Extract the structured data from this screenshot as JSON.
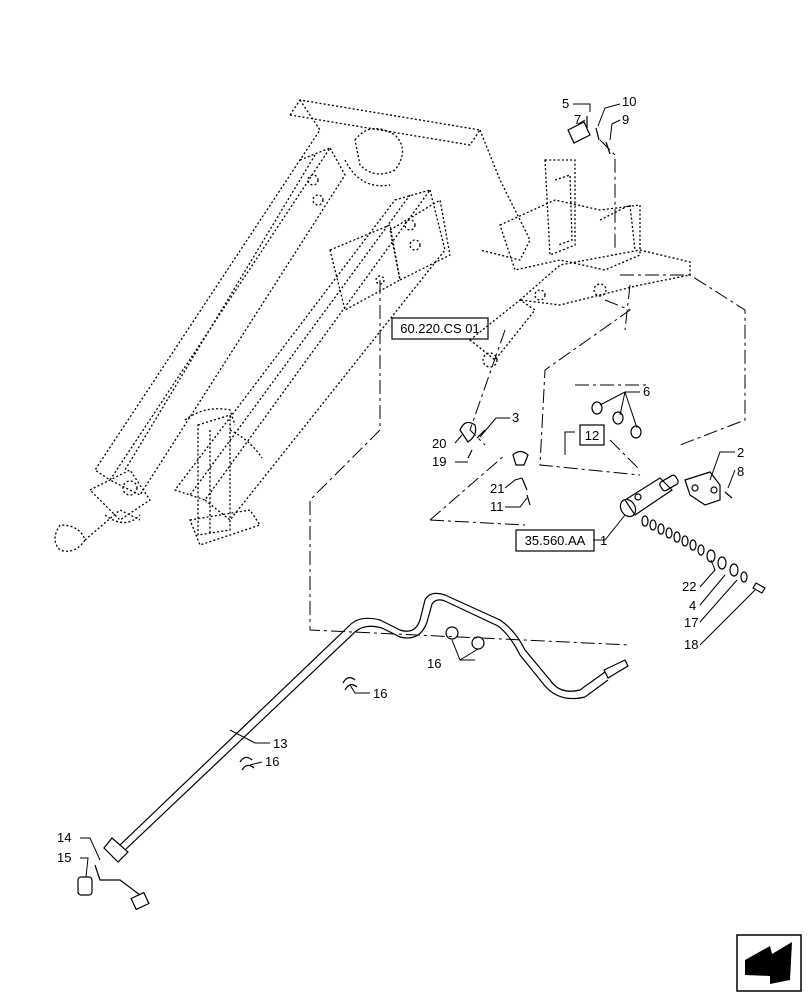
{
  "refs": {
    "r1": "60.220.CS 01",
    "r2": "35.560.AA",
    "r3": "12"
  },
  "labels": {
    "l1": "1",
    "l2": "2",
    "l3": "3",
    "l4": "4",
    "l5": "5",
    "l6": "6",
    "l7": "7",
    "l8": "8",
    "l9": "9",
    "l10": "10",
    "l11": "11",
    "l13": "13",
    "l14": "14",
    "l15": "15",
    "l16a": "16",
    "l16b": "16",
    "l16c": "16",
    "l17": "17",
    "l18": "18",
    "l19": "19",
    "l20": "20",
    "l21": "21",
    "l22": "22"
  },
  "icons": {
    "nav": "next-page-arrow-icon"
  }
}
